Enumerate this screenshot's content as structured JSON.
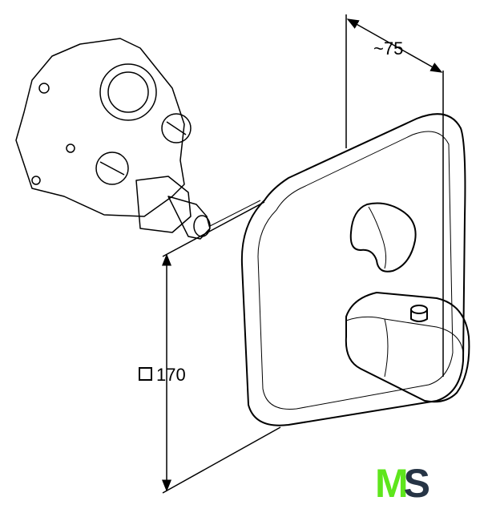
{
  "dimensions": {
    "depth": "~75",
    "size_symbol": "square",
    "size": "170"
  },
  "logo": {
    "first": "M",
    "second": "S"
  },
  "colors": {
    "logo_green": "#5ee61c",
    "logo_dark": "#263445",
    "line": "#000000"
  }
}
